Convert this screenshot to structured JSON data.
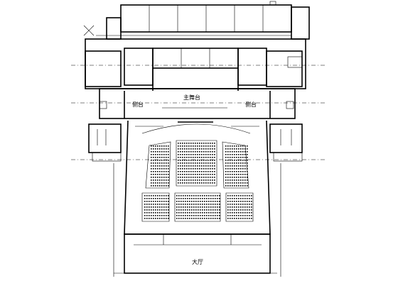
{
  "labels": {
    "main_stage": "主舞台",
    "side_stage_left": "侧台",
    "side_stage_right": "侧台",
    "lobby": "大厅"
  },
  "colors": {
    "line": "#000000",
    "background": "#ffffff"
  }
}
